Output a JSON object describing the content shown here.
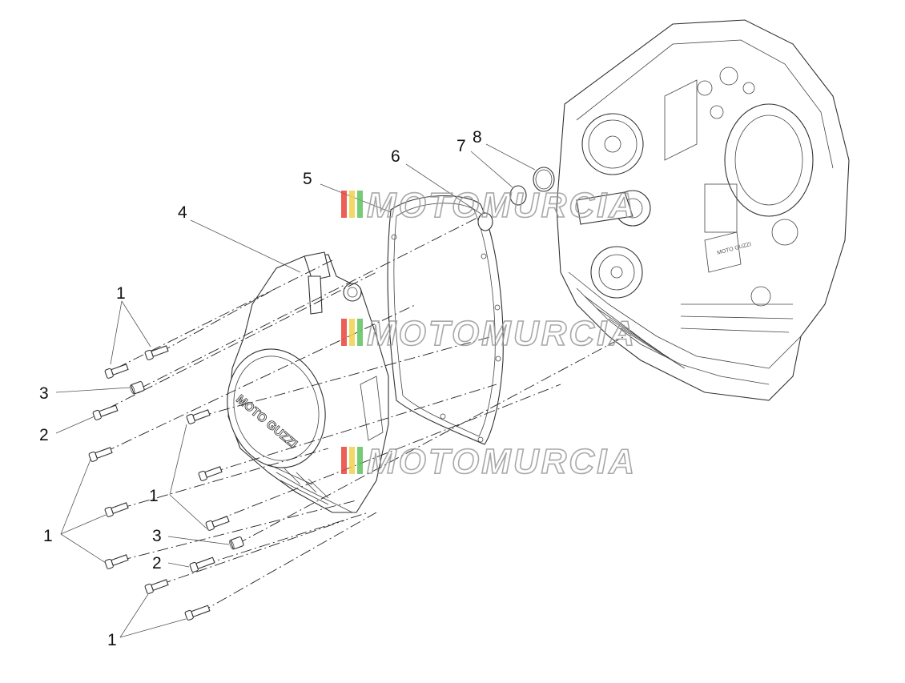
{
  "diagram": {
    "callouts": [
      {
        "id": "c1a",
        "label": "1"
      },
      {
        "id": "c3a",
        "label": "3"
      },
      {
        "id": "c2a",
        "label": "2"
      },
      {
        "id": "c1b",
        "label": "1"
      },
      {
        "id": "c1c",
        "label": "1"
      },
      {
        "id": "c3b",
        "label": "3"
      },
      {
        "id": "c2b",
        "label": "2"
      },
      {
        "id": "c1d",
        "label": "1"
      },
      {
        "id": "c4",
        "label": "4"
      },
      {
        "id": "c5",
        "label": "5"
      },
      {
        "id": "c6",
        "label": "6"
      },
      {
        "id": "c7",
        "label": "7"
      },
      {
        "id": "c8",
        "label": "8"
      }
    ],
    "cover_logo": "MOTO GUZZI",
    "crankcase_logo": "MOTO GUZZI",
    "watermark": "MOTOMURCIA",
    "watermark_colors": [
      "#e8443a",
      "#f2d24b",
      "#5fc25f"
    ]
  }
}
